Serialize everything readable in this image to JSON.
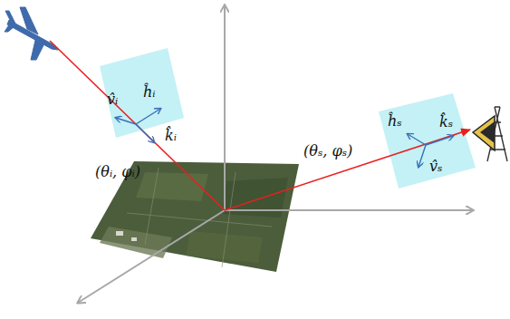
{
  "diagram": {
    "nodes": [
      {
        "text": [
          "ĥᵢ",
          "v̂ᵢ"
        ]
      },
      {
        "text": [
          "ĥₛ",
          "k̂ₛ",
          "v̂ₛ"
        ]
      }
    ],
    "labels": [
      "k̂ᵢ",
      "(θᵢ, φᵢ)",
      "(θₛ, φₛ)"
    ]
  }
}
